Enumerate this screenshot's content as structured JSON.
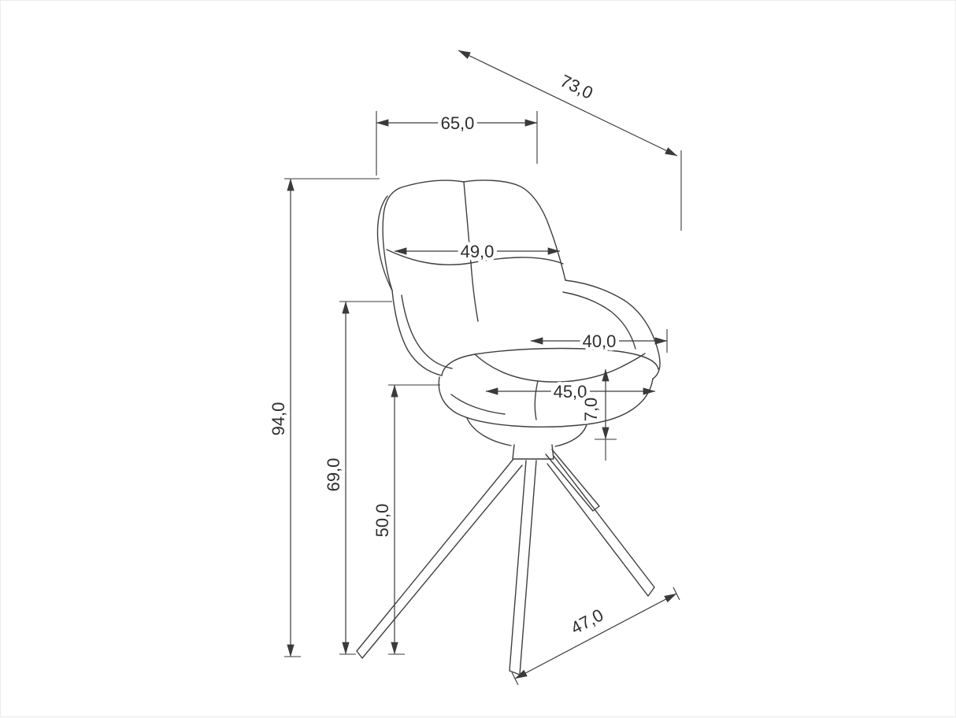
{
  "diagram": {
    "name": "chair-dimension-drawing",
    "line_color": "#3a3a3a",
    "background_color": "#ffffff",
    "labels": {
      "top_width": "65,0",
      "total_depth": "73,0",
      "backrest_width": "49,0",
      "inner_seat_width": "40,0",
      "seat_width": "45,0",
      "cushion_thickness": "7,0",
      "total_height": "94,0",
      "armrest_height": "69,0",
      "seat_height": "50,0",
      "base_depth": "47,0"
    }
  }
}
